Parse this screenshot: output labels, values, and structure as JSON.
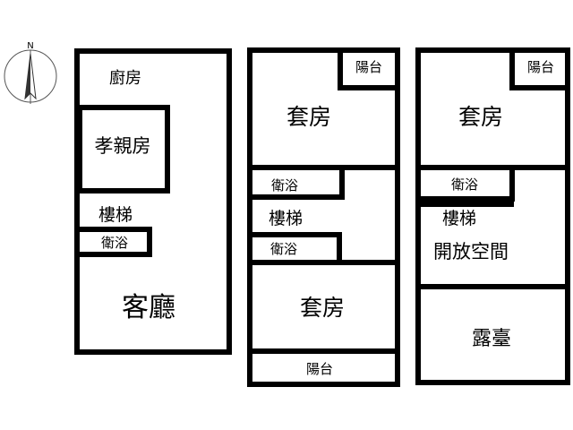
{
  "compass": {
    "north_label": "N"
  },
  "floor1": {
    "kitchen": "廚房",
    "parents_room": "孝親房",
    "stairs": "樓梯",
    "bathroom": "衛浴",
    "living_room": "客廳"
  },
  "floor2": {
    "balcony_top": "陽台",
    "suite_top": "套房",
    "bathroom_top": "衛浴",
    "stairs": "樓梯",
    "bathroom_mid": "衛浴",
    "suite_bottom": "套房",
    "balcony_bottom": "陽台"
  },
  "floor3": {
    "balcony": "陽台",
    "suite": "套房",
    "bathroom": "衛浴",
    "stairs": "樓梯",
    "open_space": "開放空間",
    "terrace": "露臺"
  }
}
